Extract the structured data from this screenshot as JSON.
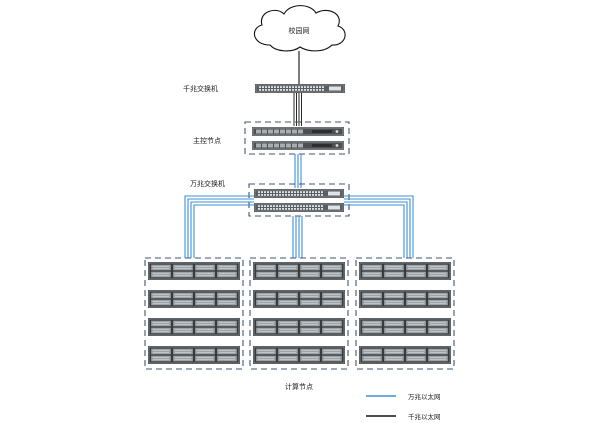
{
  "labels": {
    "campus_network": "校园网",
    "gigabit_switch": "千兆交换机",
    "master_node": "主控节点",
    "ten_gigabit_switch": "万兆交换机",
    "compute_nodes": "计算节点"
  },
  "legend": [
    {
      "label": "万兆以太网",
      "color": "#3d8fd6"
    },
    {
      "label": "千兆以太网",
      "color": "#111111"
    }
  ],
  "colors": {
    "ten_gigabit_link": "#3d8fd6",
    "gigabit_link": "#111111",
    "group_border": "#3f5670"
  }
}
